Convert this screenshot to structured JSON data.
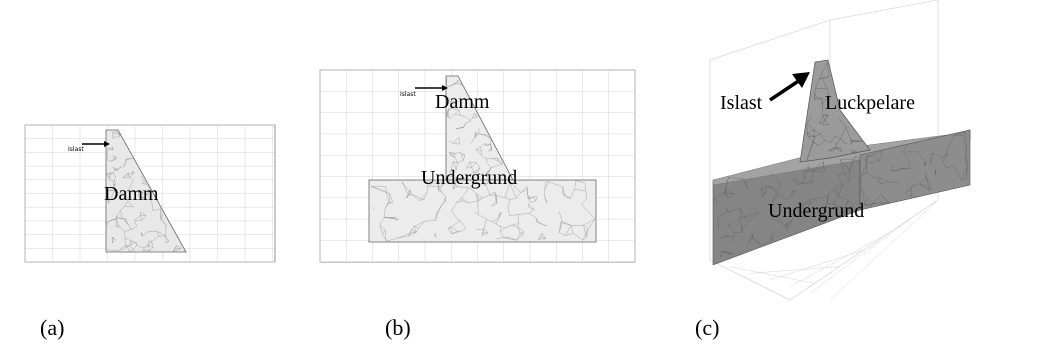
{
  "panel_a": {
    "label_damm": "Damm",
    "label_load": "Islast",
    "caption": "(a)"
  },
  "panel_b": {
    "label_damm": "Damm",
    "label_ground": "Undergrund",
    "label_load": "Islast",
    "caption": "(b)"
  },
  "panel_c": {
    "label_islast": "Islast",
    "label_pillar": "Luckpelare",
    "label_ground": "Undergrund",
    "caption": "(c)"
  },
  "colors": {
    "grid": "#d4d4d4",
    "mesh_fill": "#ececec",
    "mesh_3d_top": "#9a9a9a",
    "mesh_3d_front": "#7a7a7a",
    "arrow": "#000000"
  }
}
